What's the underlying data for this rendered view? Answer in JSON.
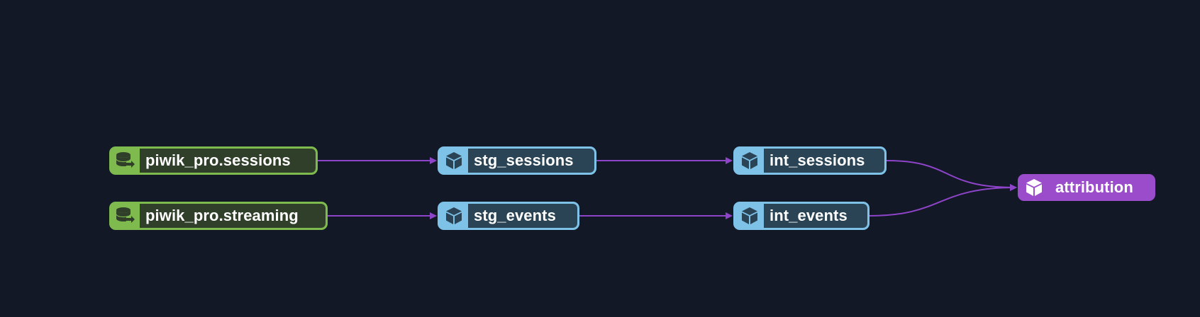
{
  "diagram": {
    "background": "#121826",
    "edge_color": "#8e44c9",
    "nodes": [
      {
        "id": "n1",
        "label": "piwik_pro.sessions",
        "kind": "source",
        "icon": "database-export-icon",
        "color": "#7fba4f"
      },
      {
        "id": "n2",
        "label": "piwik_pro.streaming",
        "kind": "source",
        "icon": "database-export-icon",
        "color": "#7fba4f"
      },
      {
        "id": "n3",
        "label": "stg_sessions",
        "kind": "model",
        "icon": "cube-icon",
        "color": "#7fc2e8"
      },
      {
        "id": "n4",
        "label": "stg_events",
        "kind": "model",
        "icon": "cube-icon",
        "color": "#7fc2e8"
      },
      {
        "id": "n5",
        "label": "int_sessions",
        "kind": "model",
        "icon": "cube-icon",
        "color": "#7fc2e8"
      },
      {
        "id": "n6",
        "label": "int_events",
        "kind": "model",
        "icon": "cube-icon",
        "color": "#7fc2e8"
      },
      {
        "id": "n7",
        "label": "attribution",
        "kind": "exposure",
        "icon": "cube-icon",
        "color": "#9b4ccb"
      }
    ],
    "edges": [
      {
        "from": "piwik_pro.sessions",
        "to": "stg_sessions"
      },
      {
        "from": "piwik_pro.streaming",
        "to": "stg_events"
      },
      {
        "from": "stg_sessions",
        "to": "int_sessions"
      },
      {
        "from": "stg_events",
        "to": "int_events"
      },
      {
        "from": "int_sessions",
        "to": "attribution"
      },
      {
        "from": "int_events",
        "to": "attribution"
      }
    ]
  }
}
